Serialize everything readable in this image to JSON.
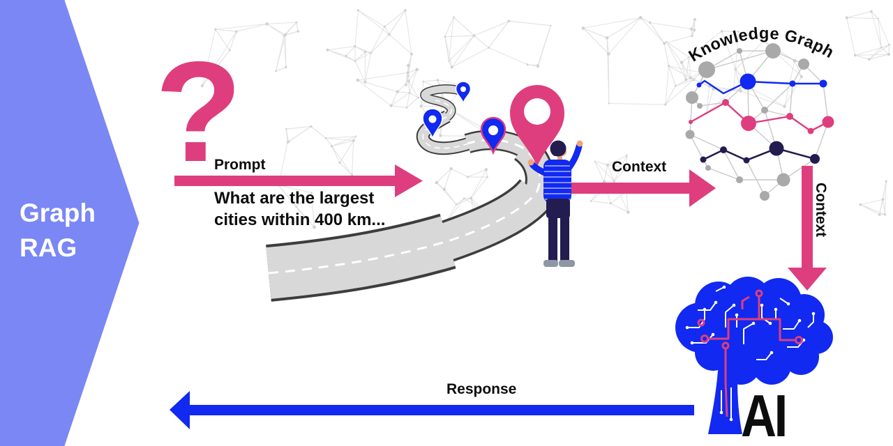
{
  "banner": {
    "line1": "Graph",
    "line2": "RAG"
  },
  "question_mark": {
    "glyph": "?"
  },
  "prompt": {
    "label": "Prompt",
    "question_line1": "What are the largest",
    "question_line2": "cities within 400 km..."
  },
  "context_right": {
    "label": "Context"
  },
  "context_down": {
    "label": "Context"
  },
  "knowledge_graph": {
    "title": "Knowledge Graph"
  },
  "ai": {
    "label": "AI"
  },
  "response": {
    "label": "Response"
  },
  "colors": {
    "pink": "#DE3E7E",
    "blue": "#1129F0",
    "periwinkle": "#7A87F4",
    "navy": "#221C51",
    "node_gray": "#A9A9A9",
    "road_surface": "#D8D8D8",
    "road_edge": "#3D3D3D",
    "map_mesh": "#E2E2E2",
    "skin": "#F2A477",
    "shoe": "#8F97A3"
  }
}
